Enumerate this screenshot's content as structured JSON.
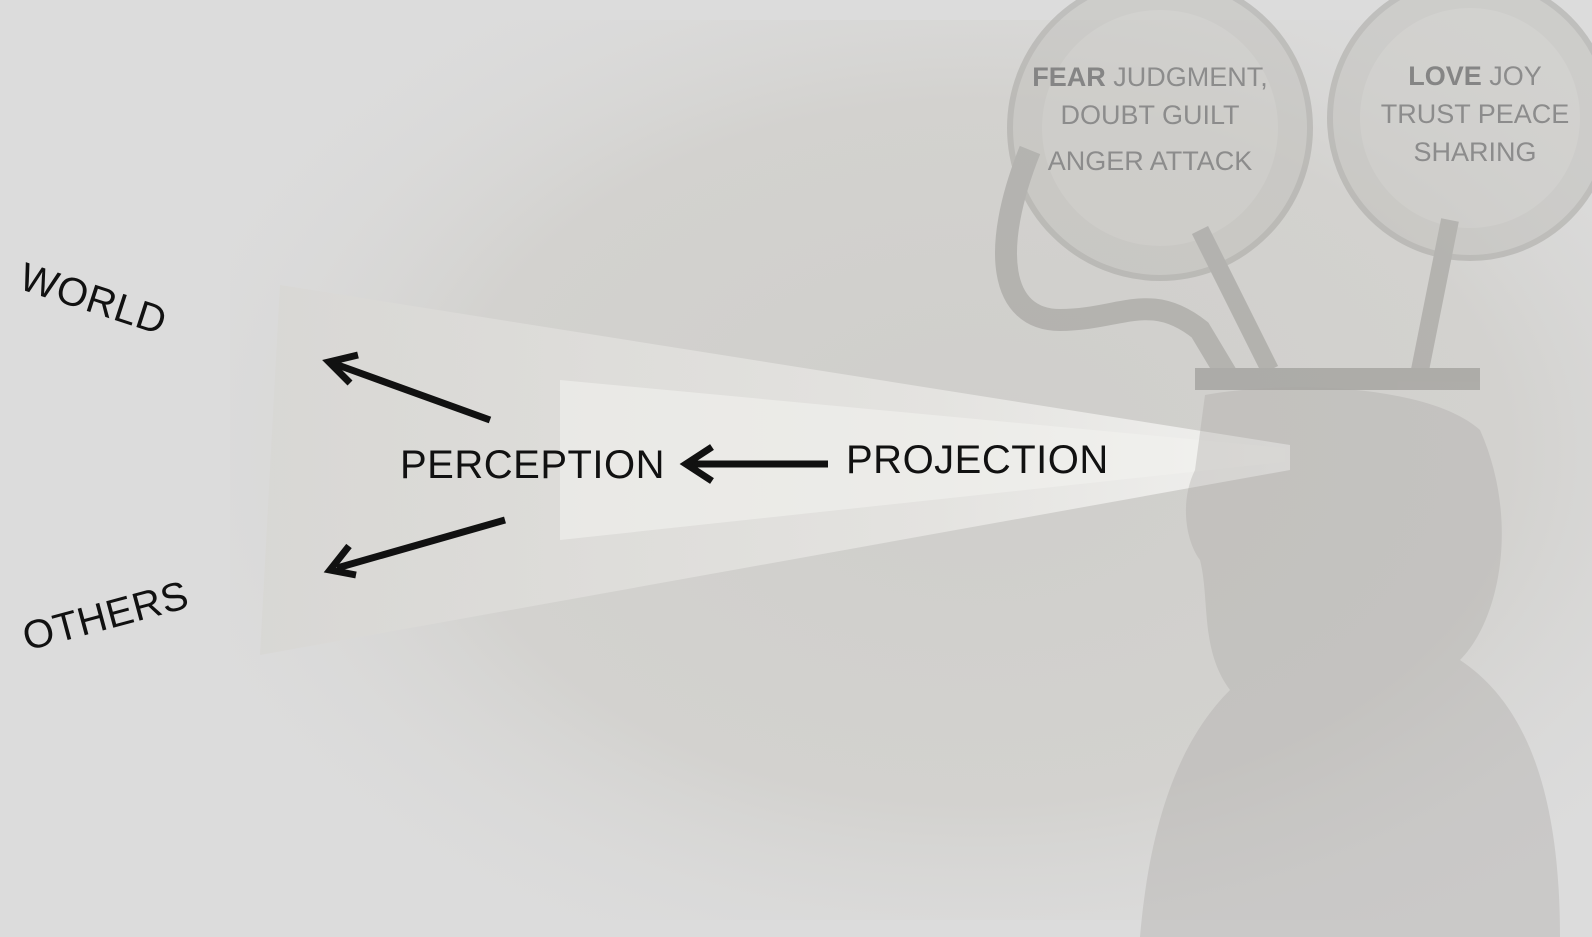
{
  "labels": {
    "world": "WORLD",
    "others": "OTHERS",
    "perception": "PERCEPTION",
    "projection": "PROJECTION"
  },
  "reel_left": {
    "emphasis": "FEAR",
    "line1_rest": " JUDGMENT,",
    "line2": "DOUBT GUILT",
    "line3": "ANGER ATTACK"
  },
  "reel_right": {
    "emphasis": "LOVE",
    "line1_rest": " JOY",
    "line2": "TRUST PEACE",
    "line3": "SHARING"
  },
  "colors": {
    "background": "#dcdcdc",
    "arrow": "#111111",
    "reel_text": "#8c8c8c"
  }
}
